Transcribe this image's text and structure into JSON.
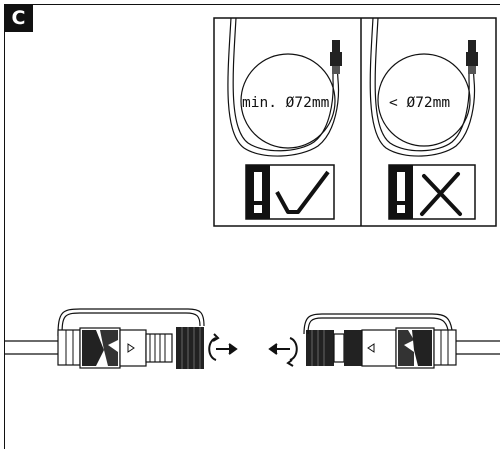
{
  "figure": {
    "tag": "C",
    "bend_ok_label": "min. Ø72mm",
    "bend_bad_label": "< Ø72mm"
  }
}
